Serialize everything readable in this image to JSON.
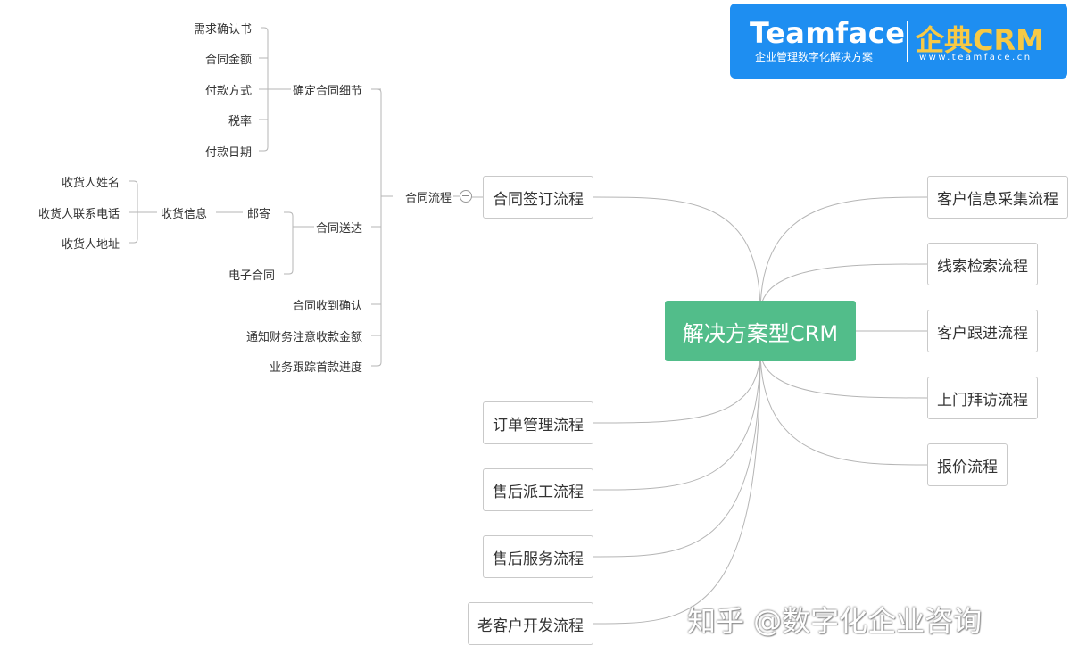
{
  "root": {
    "label": "解决方案型CRM"
  },
  "branches_right": [
    {
      "label": "客户信息采集流程"
    },
    {
      "label": "线索检索流程"
    },
    {
      "label": "客户跟进流程"
    },
    {
      "label": "上门拜访流程"
    },
    {
      "label": "报价流程"
    }
  ],
  "branches_left": [
    {
      "label": "合同签订流程"
    },
    {
      "label": "订单管理流程"
    },
    {
      "label": "售后派工流程"
    },
    {
      "label": "售后服务流程"
    },
    {
      "label": "老客户开发流程"
    }
  ],
  "contract": {
    "flow_label": "合同流程",
    "detail": {
      "label": "确定合同细节",
      "items": [
        "需求确认书",
        "合同金额",
        "付款方式",
        "税率",
        "付款日期"
      ]
    },
    "delivery": {
      "label": "合同送达",
      "mail": {
        "label": "邮寄",
        "info_label": "收货信息",
        "items": [
          "收货人姓名",
          "收货人联系电话",
          "收货人地址"
        ]
      },
      "electronic": "电子合同"
    },
    "received": "合同收到确认",
    "notify_finance": "通知财务注意收款金额",
    "track_payment": "业务跟踪首款进度"
  },
  "logo": {
    "brand": "Teamface",
    "slogan": "企业管理数字化解决方案",
    "crm": "企典CRM",
    "url": "www.teamface.cn",
    "color": "#1e8ef1",
    "crm_color": "#f7c945"
  },
  "watermark": "知乎 @数字化企业咨询",
  "colors": {
    "root": "#52bd8a",
    "line": "#b5b5b5"
  }
}
